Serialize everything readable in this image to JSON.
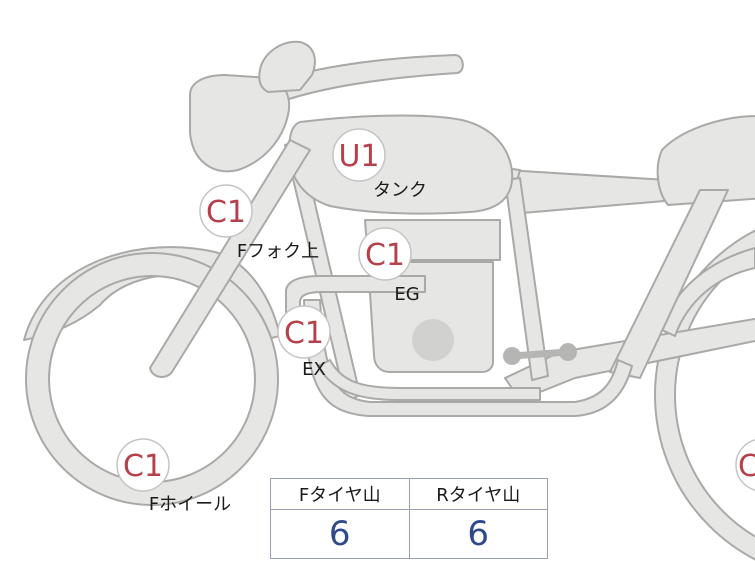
{
  "parts": [
    {
      "id": "tank",
      "code": "U1",
      "label": "タンク"
    },
    {
      "id": "f-fork-upper",
      "code": "C1",
      "label": "Fフォク上"
    },
    {
      "id": "eg",
      "code": "C1",
      "label": "EG"
    },
    {
      "id": "ex",
      "code": "C1",
      "label": "EX"
    },
    {
      "id": "f-wheel",
      "code": "C1",
      "label": "Fホイール"
    },
    {
      "id": "r-wheel",
      "code": "C",
      "label": ""
    }
  ],
  "tire_tread": {
    "front_label": "Fタイヤ山",
    "front_value": "6",
    "rear_label": "Rタイヤ山",
    "rear_value": "6"
  },
  "colors": {
    "body_fill": "#e6e6e4",
    "body_stroke": "#a9a9a7",
    "badge_text": "#b6404a",
    "value_text": "#2f4a8a"
  }
}
